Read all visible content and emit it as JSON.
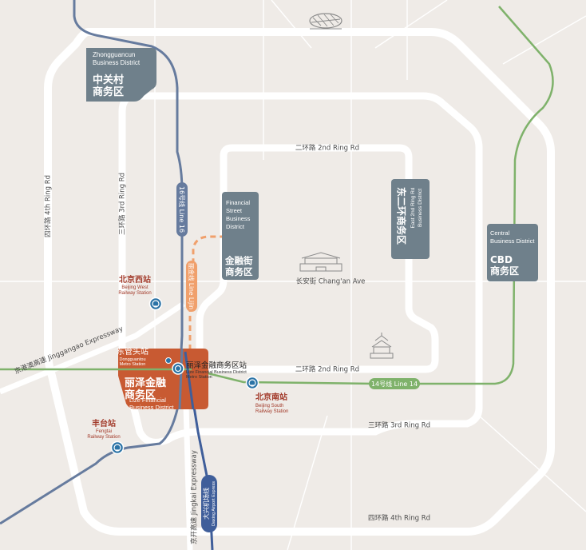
{
  "districts": {
    "zhongguancun": {
      "en": "Zhongguancun\nBusiness District",
      "cn": "中关村\n商务区"
    },
    "financial_street": {
      "en": "Financial\nStreet\nBusiness\nDistrict",
      "cn": "金融街\n商务区"
    },
    "east_2nd_ring": {
      "cn": "东二环商务区",
      "en": "East 2nd Ring Rd\nBusiness District"
    },
    "cbd": {
      "en": "Central\nBusiness District",
      "cn": "CBD\n商务区"
    },
    "lize": {
      "cn": "丽泽金融\n商务区",
      "en": "Lize Financial\nBusiness District"
    }
  },
  "roads": {
    "ring2_top": "二环路 2nd Ring Rd",
    "ring2_bottom": "二环路 2nd Ring Rd",
    "ring3_left": "三环路 3rd Ring Rd",
    "ring3_bottom": "三环路 3rd Ring Rd",
    "ring4_left": "四环路 4th Ring Rd",
    "ring4_bottom": "四环路 4th Ring Rd",
    "changan": "长安街 Chang'an Ave",
    "jinggangao": "京港澳高速 Jinggangao Expressway",
    "jingkai": "京开高速 Jingkai Expressway"
  },
  "lines": {
    "line16": "16号线 Line 16",
    "line14": "14号线 Line 14",
    "lize_line": "丽金线 Line Lijin",
    "daxing": "大兴机场线",
    "daxing_en": "Daxing Airport Express"
  },
  "stations": {
    "beijing_west": {
      "cn": "北京西站",
      "en": "Beijing West\nRailway Station"
    },
    "dongguantou": {
      "cn": "东管头站",
      "en": "Dongguantou\nMetro Station"
    },
    "lize_station": {
      "cn": "丽泽金融商务区站",
      "en": "Lize Financial Business District\nMetro Station"
    },
    "beijing_south": {
      "cn": "北京南站",
      "en": "Beijing South\nRailway Station"
    },
    "fengtai": {
      "cn": "丰台站",
      "en": "Fengtai\nRailway Station"
    }
  },
  "colors": {
    "background": "#efebe7",
    "ring_road": "#ffffff",
    "district_box": "#6f808b",
    "lize_box": "#c85a32",
    "line16": "#667b9e",
    "line14": "#7fb26b",
    "lize_line": "#f0a06c",
    "daxing": "#3f5e9a",
    "station_red": "#a23a2a",
    "station_icon": "#2b73a6"
  },
  "icons": [
    "birds-nest-icon",
    "tiananmen-icon",
    "temple-of-heaven-icon",
    "railway-station-icon"
  ]
}
